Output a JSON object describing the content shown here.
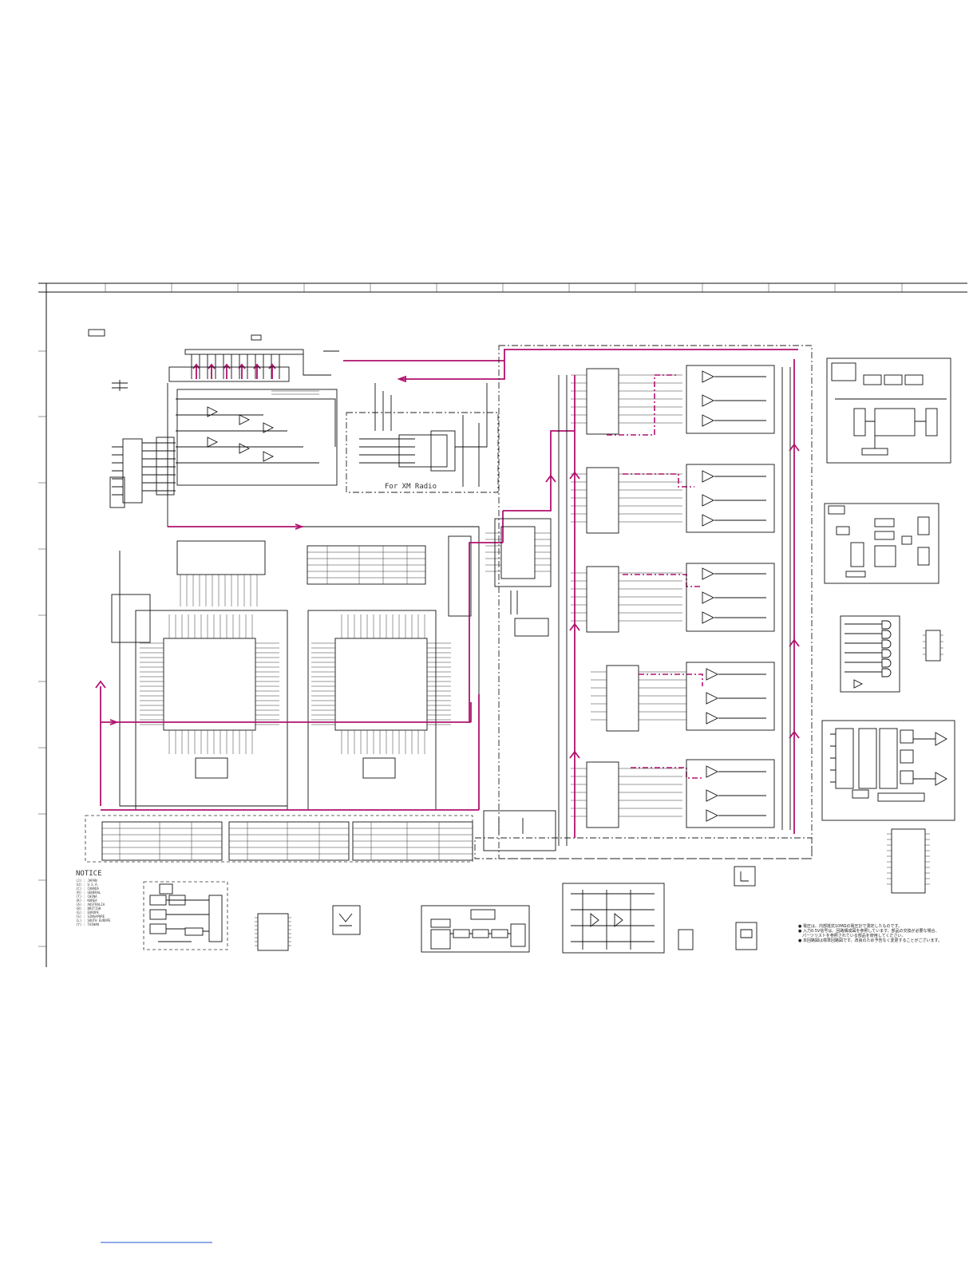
{
  "diagram": {
    "xm_radio_label": "For XM Radio",
    "notice": {
      "title": "NOTICE",
      "lines": [
        "(J) : JAPAN",
        "(U) : U.S.A.",
        "(C) : CANADA",
        "(R) : GENERAL",
        "(T) : CHINA",
        "(K) : KOREA",
        "(A) : AUSTRALIA",
        "(B) : BRITISH",
        "(G) : EUROPE",
        "(S) : SINGAPORE",
        "(L) : SOUTH EUROPE",
        "(Y) : TAIWAN"
      ]
    },
    "japanese_notes": [
      "● 電圧は、内部抵抗10MΩの電圧計で測定したものです。",
      "● 入力0.5V信号は、回路構成図を参照しています。部品の交換が必要な場合、",
      "　パーツリストを参照されている部品を使用してください。",
      "● 本回路図は標準回路図です。改良のため予告なく変更することがございます。"
    ],
    "colors": {
      "signal_path": "#b0126e",
      "wire": "#111111"
    }
  }
}
